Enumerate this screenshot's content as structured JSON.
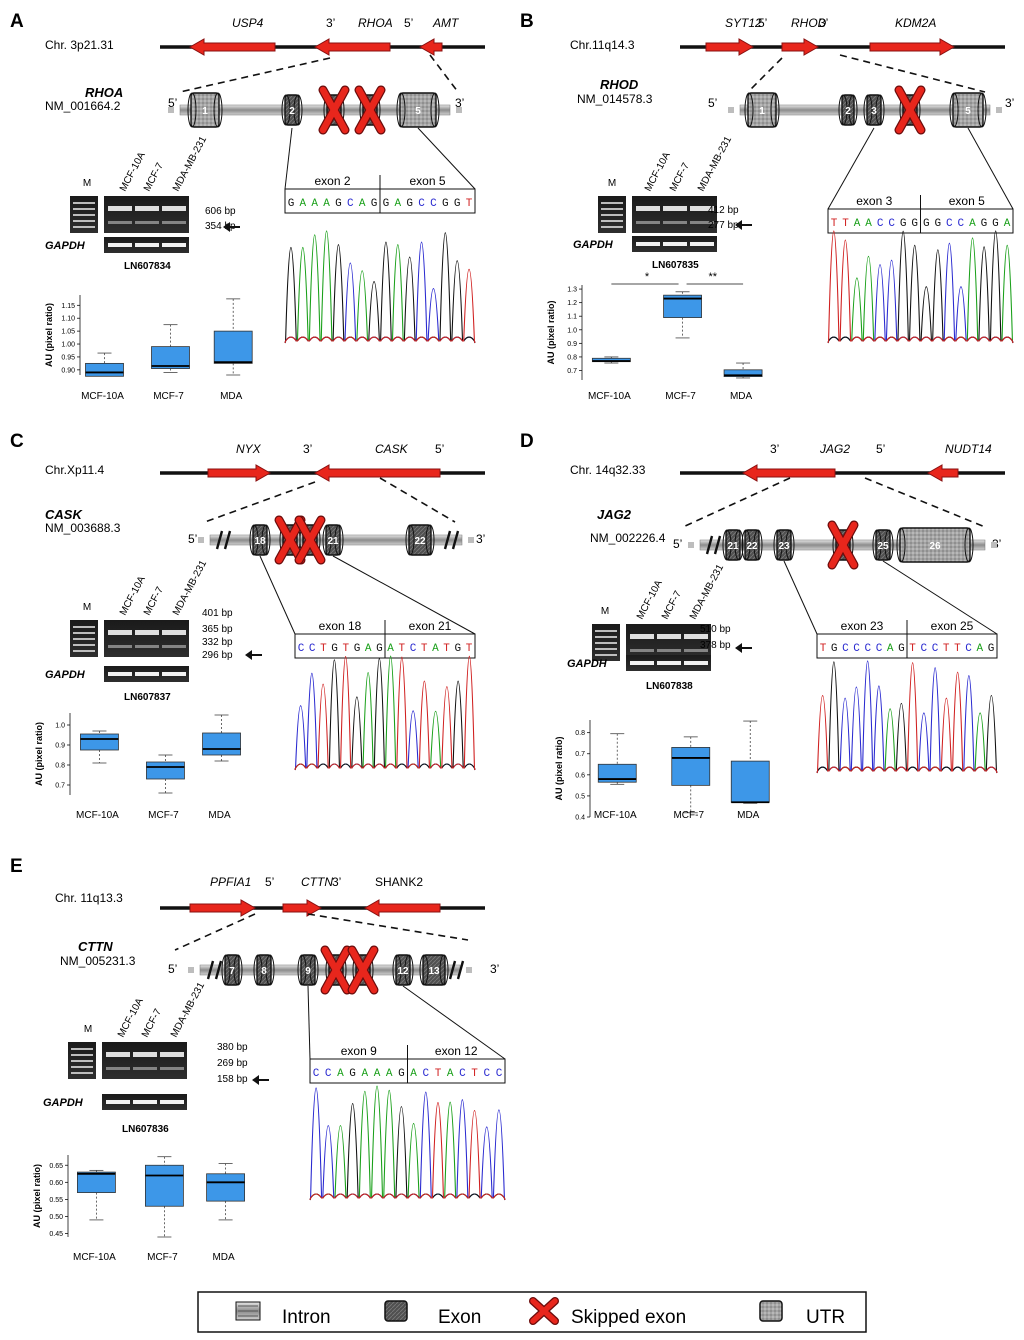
{
  "panels": [
    {
      "id": "A",
      "chromosome": "Chr. 3p21.31",
      "genes": [
        {
          "name": "USP4",
          "italic": true,
          "dir": "left"
        },
        {
          "name": "RHOA",
          "italic": true,
          "dir": "left"
        },
        {
          "name": "AMT",
          "italic": true,
          "dir": "left"
        }
      ],
      "ends": [
        "3’",
        "5’"
      ],
      "transcript": {
        "name": "RHOA",
        "accession": "NM_001664.2",
        "end5": "5’",
        "end3": "3’",
        "exons": [
          {
            "label": "1",
            "kind": "utr"
          },
          {
            "label": "2",
            "kind": "exon"
          },
          {
            "label": "3",
            "kind": "skipped"
          },
          {
            "label": "4",
            "kind": "skipped"
          },
          {
            "label": "5",
            "kind": "utr"
          }
        ]
      },
      "gel": {
        "lanes": [
          "M",
          "MCF-10A",
          "MCF-7",
          "MDA-MB-231"
        ],
        "bands": [
          "606 bp",
          "354 bp"
        ],
        "gapdh": "GAPDH",
        "accession": "LN607834"
      },
      "junction": {
        "left": "exon 2",
        "right": "exon 5",
        "seq_left": "GAAAGCAG",
        "seq_right": "GAGCCGGT"
      },
      "boxplot": {
        "ylabel": "AU (pixel ratio)",
        "yticks": [
          "0.90",
          "0.95",
          "1.00",
          "1.05",
          "1.10",
          "1.15"
        ],
        "categories": [
          "MCF-10A",
          "MCF-7",
          "MDA"
        ],
        "significance": []
      }
    },
    {
      "id": "B",
      "chromosome": "Chr.11q14.3",
      "genes": [
        {
          "name": "SYT12",
          "italic": true,
          "dir": "right"
        },
        {
          "name": "RHOD",
          "italic": true,
          "dir": "right"
        },
        {
          "name": "KDM2A",
          "italic": true,
          "dir": "right"
        }
      ],
      "ends": [
        "5’",
        "3’"
      ],
      "transcript": {
        "name": "RHOD",
        "accession": "NM_014578.3",
        "end5": "5’",
        "end3": "3’",
        "exons": [
          {
            "label": "1",
            "kind": "utr"
          },
          {
            "label": "2",
            "kind": "exon"
          },
          {
            "label": "3",
            "kind": "exon"
          },
          {
            "label": "4",
            "kind": "skipped"
          },
          {
            "label": "5",
            "kind": "utr"
          }
        ]
      },
      "gel": {
        "lanes": [
          "M",
          "MCF-10A",
          "MCF-7",
          "MDA-MB-231"
        ],
        "bands": [
          "412 bp",
          "277 bp"
        ],
        "gapdh": "GAPDH",
        "accession": "LN607835"
      },
      "junction": {
        "left": "exon 3",
        "right": "exon 5",
        "seq_left": "TTAACCGG",
        "seq_right": "GGCCAGGA"
      },
      "boxplot": {
        "ylabel": "AU (pixel ratio)",
        "yticks": [
          "0.7",
          "0.8",
          "0.9",
          "1.0",
          "1.1",
          "1.2",
          "1.3"
        ],
        "categories": [
          "MCF-10A",
          "MCF-7",
          "MDA"
        ],
        "significance": [
          "*",
          "**"
        ]
      }
    },
    {
      "id": "C",
      "chromosome": "Chr.Xp11.4",
      "genes": [
        {
          "name": "NYX",
          "italic": true,
          "dir": "right"
        },
        {
          "name": "CASK",
          "italic": true,
          "dir": "left"
        }
      ],
      "ends": [
        "3’",
        "5’"
      ],
      "transcript": {
        "name": "CASK",
        "accession": "NM_003688.3",
        "end5": "5’",
        "end3": "3’",
        "exons": [
          {
            "label": "18",
            "kind": "exon"
          },
          {
            "label": "19",
            "kind": "skipped"
          },
          {
            "label": "20",
            "kind": "skipped"
          },
          {
            "label": "21",
            "kind": "exon"
          },
          {
            "label": "22",
            "kind": "exon"
          }
        ]
      },
      "gel": {
        "lanes": [
          "M",
          "MCF-10A",
          "MCF-7",
          "MDA-MB-231"
        ],
        "bands": [
          "401 bp",
          "365 bp",
          "332 bp",
          "296 bp"
        ],
        "gapdh": "GAPDH",
        "accession": "LN607837"
      },
      "junction": {
        "left": "exon 18",
        "right": "exon 21",
        "seq_left": "CCTGTGAG",
        "seq_right": "ATCTATGT"
      },
      "boxplot": {
        "ylabel": "AU (pixel ratio)",
        "yticks": [
          "0.7",
          "0.8",
          "0.9",
          "1.0"
        ],
        "categories": [
          "MCF-10A",
          "MCF-7",
          "MDA"
        ],
        "significance": []
      }
    },
    {
      "id": "D",
      "chromosome": "Chr. 14q32.33",
      "genes": [
        {
          "name": "JAG2",
          "italic": true,
          "dir": "left"
        },
        {
          "name": "NUDT14",
          "italic": true,
          "dir": "left"
        }
      ],
      "ends": [
        "3’",
        "5’"
      ],
      "transcript": {
        "name": "JAG2",
        "accession": "NM_002226.4",
        "end5": "5’",
        "end3": "3’",
        "exons": [
          {
            "label": "21",
            "kind": "exon"
          },
          {
            "label": "22",
            "kind": "exon"
          },
          {
            "label": "23",
            "kind": "exon"
          },
          {
            "label": "24",
            "kind": "skipped"
          },
          {
            "label": "25",
            "kind": "exon"
          },
          {
            "label": "26",
            "kind": "utr"
          }
        ]
      },
      "gel": {
        "lanes": [
          "M",
          "MCF-10A",
          "MCF-7",
          "MDA-MB-231"
        ],
        "bands": [
          "510 bp",
          "378 bp"
        ],
        "gapdh": "GAPDH",
        "accession": "LN607838"
      },
      "junction": {
        "left": "exon 23",
        "right": "exon 25",
        "seq_left": "TGCCCCAG",
        "seq_right": "TCCTTCAG"
      },
      "boxplot": {
        "ylabel": "AU (pixel ratio)",
        "yticks": [
          "0.4",
          "0.5",
          "0.6",
          "0.7",
          "0.8"
        ],
        "categories": [
          "MCF-10A",
          "MCF-7",
          "MDA"
        ],
        "significance": []
      }
    },
    {
      "id": "E",
      "chromosome": "Chr. 11q13.3",
      "genes": [
        {
          "name": "PPFIA1",
          "italic": true,
          "dir": "right"
        },
        {
          "name": "CTTN",
          "italic": true,
          "dir": "right"
        },
        {
          "name": "SHANK2",
          "italic": false,
          "dir": "left"
        }
      ],
      "ends": [
        "5’",
        "3’"
      ],
      "transcript": {
        "name": "CTTN",
        "accession": "NM_005231.3",
        "end5": "5’",
        "end3": "3’",
        "exons": [
          {
            "label": "7",
            "kind": "exon"
          },
          {
            "label": "8",
            "kind": "exon"
          },
          {
            "label": "9",
            "kind": "exon"
          },
          {
            "label": "10",
            "kind": "skipped"
          },
          {
            "label": "11",
            "kind": "skipped"
          },
          {
            "label": "12",
            "kind": "exon"
          },
          {
            "label": "13",
            "kind": "exon"
          }
        ]
      },
      "gel": {
        "lanes": [
          "M",
          "MCF-10A",
          "MCF-7",
          "MDA-MB-231"
        ],
        "bands": [
          "380 bp",
          "269 bp",
          "158 bp"
        ],
        "gapdh": "GAPDH",
        "accession": "LN607836"
      },
      "junction": {
        "left": "exon 9",
        "right": "exon 12",
        "seq_left": "CCAGAAAG",
        "seq_right": "ACTACTCC"
      },
      "boxplot": {
        "ylabel": "AU (pixel ratio)",
        "yticks": [
          "0.45",
          "0.50",
          "0.55",
          "0.60",
          "0.65"
        ],
        "categories": [
          "MCF-10A",
          "MCF-7",
          "MDA"
        ],
        "significance": []
      }
    }
  ],
  "legend": [
    {
      "label": "Intron",
      "icon": "intron-icon"
    },
    {
      "label": "Exon",
      "icon": "exon-icon"
    },
    {
      "label": "Skipped exon",
      "icon": "skipped-exon-icon"
    },
    {
      "label": "UTR",
      "icon": "utr-icon"
    }
  ],
  "colors": {
    "gene_arrow": "#e8261c",
    "box_fill": "#3d97e8",
    "skip_x": "#e8261c",
    "exon_fill": "#4a4a4a",
    "utr_fill": "#9a9a9a"
  }
}
